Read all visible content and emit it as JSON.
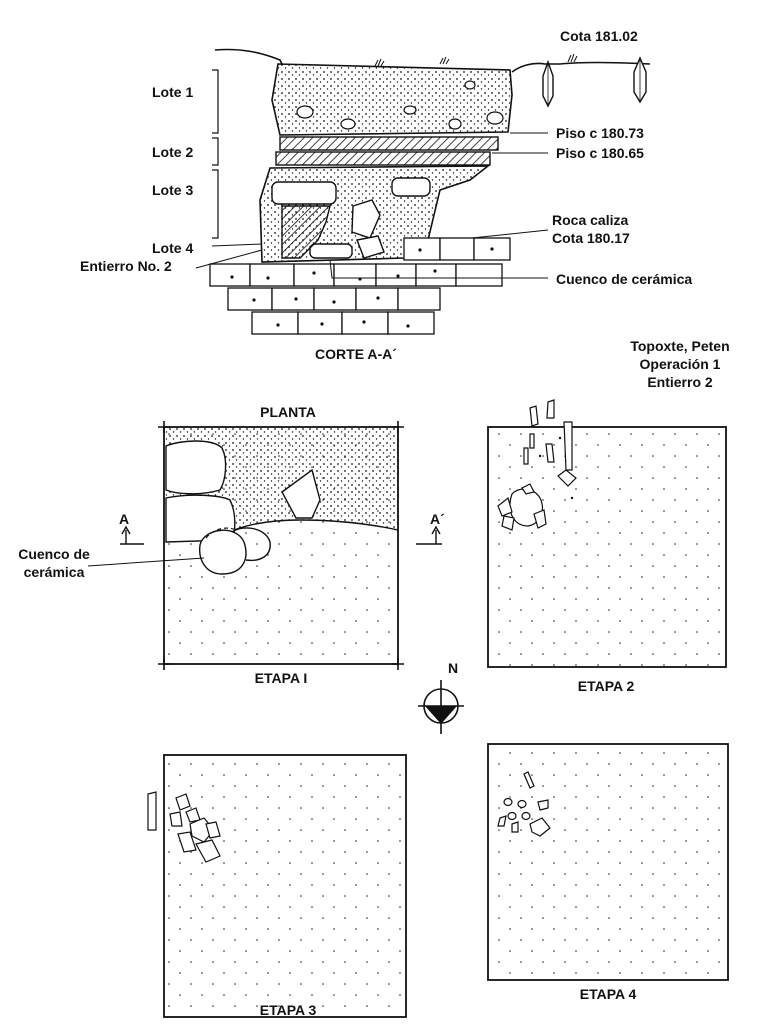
{
  "section": {
    "title": "CORTE A-A´",
    "lotes": [
      "Lote 1",
      "Lote 2",
      "Lote 3",
      "Lote 4"
    ],
    "burial": "Entierro No. 2",
    "cota_top": "Cota 181.02",
    "piso_1": "Piso  c 180.73",
    "piso_2": "Piso  c 180.65",
    "roca_line1": "Roca caliza",
    "roca_line2": "Cota 180.17",
    "cuenco": "Cuenco de cerámica"
  },
  "site": {
    "line1": "Topoxte, Peten",
    "line2": "Operación 1",
    "line3": "Entierro 2"
  },
  "plan": {
    "title": "PLANTA",
    "marker_a": "A",
    "marker_a_prime": "A´",
    "cuenco_line1": "Cuenco de",
    "cuenco_line2": "cerámica",
    "north": "N"
  },
  "stages": [
    "ETAPA I",
    "ETAPA 2",
    "ETAPA 3",
    "ETAPA 4"
  ]
}
